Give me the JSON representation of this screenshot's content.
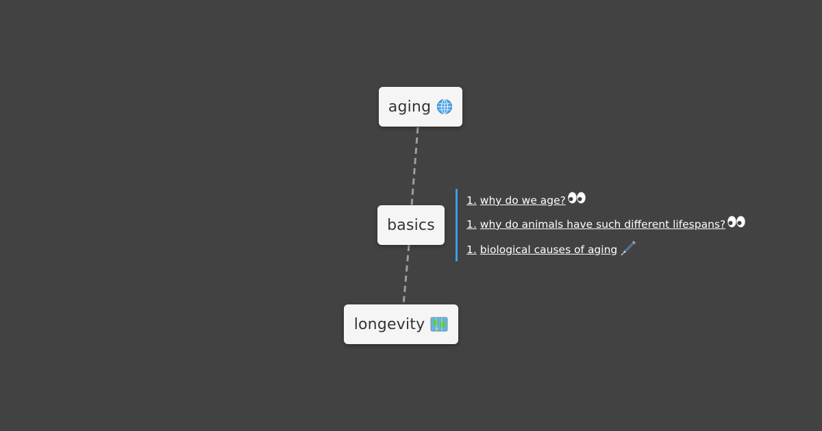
{
  "nodes": {
    "root": {
      "label": "aging",
      "icon": "globe-icon"
    },
    "middle": {
      "label": "basics"
    },
    "bottom": {
      "label": "longevity",
      "icon": "map-icon"
    }
  },
  "notes": [
    {
      "prefix": "1.",
      "text": "why do we age?",
      "icon": "eyes-icon"
    },
    {
      "prefix": "1.",
      "text": "why do animals have such different lifespans?",
      "icon": "eyes-icon"
    },
    {
      "prefix": "1.",
      "text": "biological causes of aging",
      "icon": "pen-icon"
    }
  ],
  "colors": {
    "background": "#424242",
    "node_fill": "#f5f5f5",
    "node_text": "#333333",
    "connector": "#9e9e9e",
    "notes_bar": "#3f9fe0",
    "link_text": "#ffffff"
  }
}
